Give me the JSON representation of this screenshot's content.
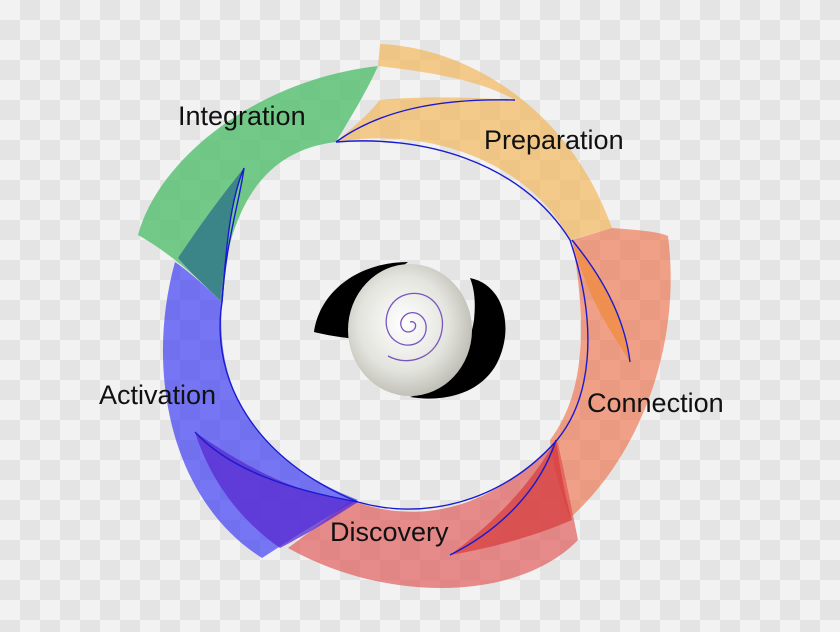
{
  "diagram": {
    "stages": [
      {
        "id": "integration",
        "label": "Integration",
        "color": "#4fbf6a"
      },
      {
        "id": "preparation",
        "label": "Preparation",
        "color": "#f6b24a"
      },
      {
        "id": "connection",
        "label": "Connection",
        "color": "#f0643a"
      },
      {
        "id": "discovery",
        "label": "Discovery",
        "color": "#de4a4a"
      },
      {
        "id": "activation",
        "label": "Activation",
        "color": "#3b3bf5"
      }
    ],
    "outline_color": "#1a1ad0",
    "center_icon": "spiral-shell-icon"
  }
}
